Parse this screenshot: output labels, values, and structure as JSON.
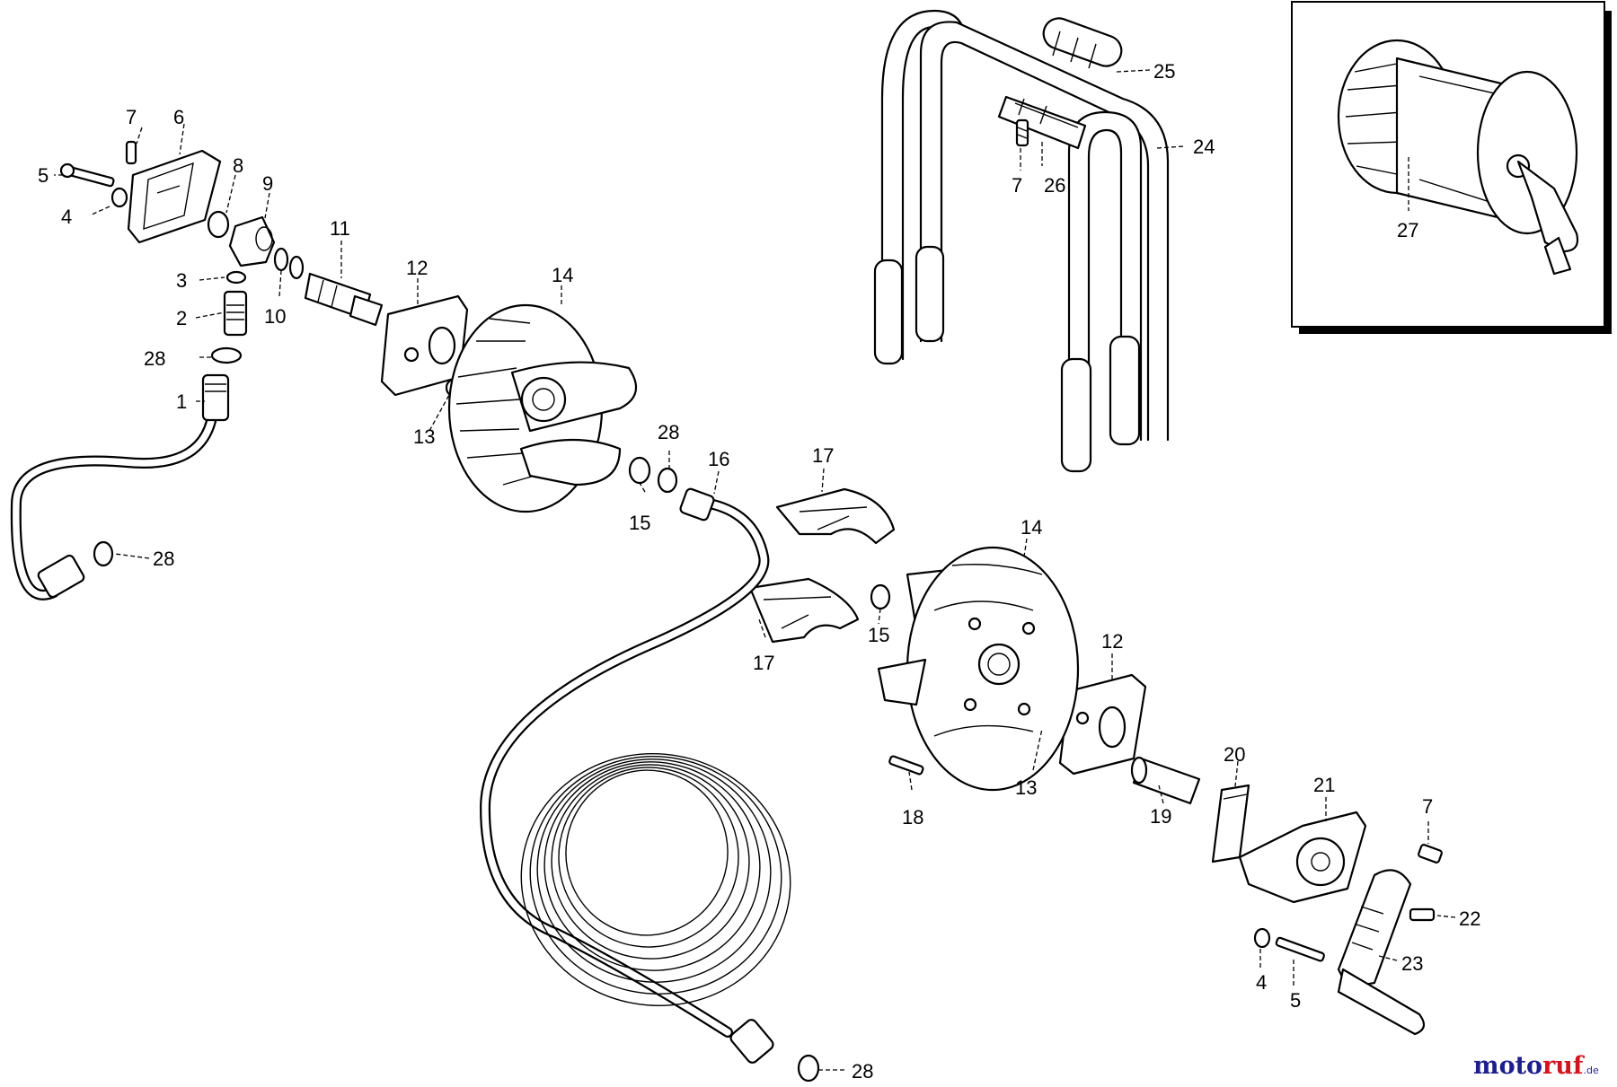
{
  "diagram": {
    "labels": {
      "p1": "1",
      "p2": "2",
      "p3": "3",
      "p4": "4",
      "p4b": "4",
      "p5": "5",
      "p5b": "5",
      "p6": "6",
      "p7a": "7",
      "p7b": "7",
      "p7c": "7",
      "p8": "8",
      "p9": "9",
      "p10": "10",
      "p11": "11",
      "p12a": "12",
      "p12b": "12",
      "p13a": "13",
      "p13b": "13",
      "p14a": "14",
      "p14b": "14",
      "p15a": "15",
      "p15b": "15",
      "p16": "16",
      "p17a": "17",
      "p17b": "17",
      "p18": "18",
      "p19": "19",
      "p20": "20",
      "p21": "21",
      "p22": "22",
      "p23": "23",
      "p24": "24",
      "p25": "25",
      "p26": "26",
      "p27": "27",
      "p28a": "28",
      "p28b": "28",
      "p28c": "28",
      "p28d": "28"
    },
    "watermark": {
      "brand_a": "moto",
      "brand_b": "ruf",
      "tld": ".de"
    }
  }
}
